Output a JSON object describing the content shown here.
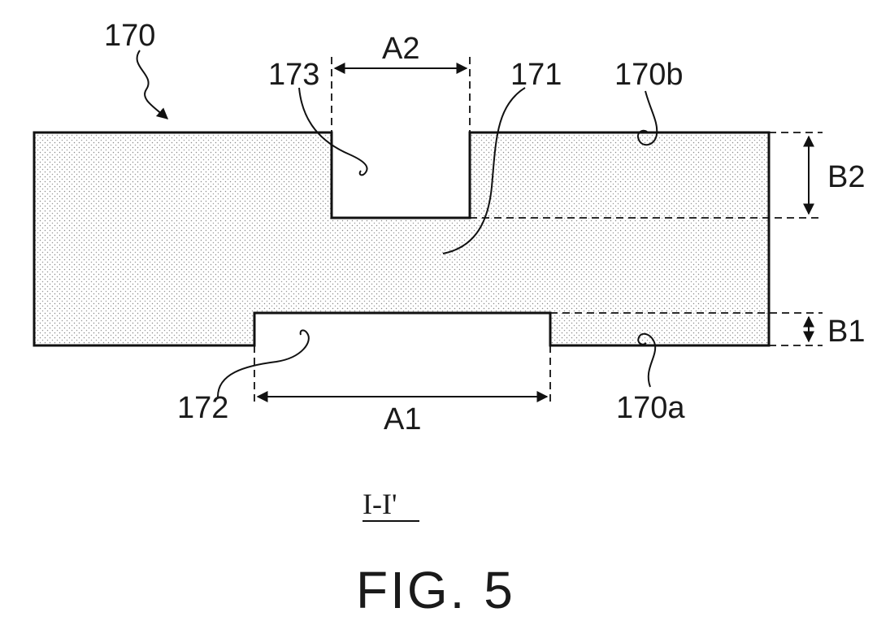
{
  "labels": {
    "part": "170",
    "upper_recess": "173",
    "body": "171",
    "top_surface": "170b",
    "lower_recess": "172",
    "bottom_surface": "170a",
    "width_upper": "A2",
    "width_lower": "A1",
    "depth_upper": "B2",
    "depth_lower": "B1"
  },
  "section_label": "I-I'",
  "figure_caption": "FIG. 5"
}
